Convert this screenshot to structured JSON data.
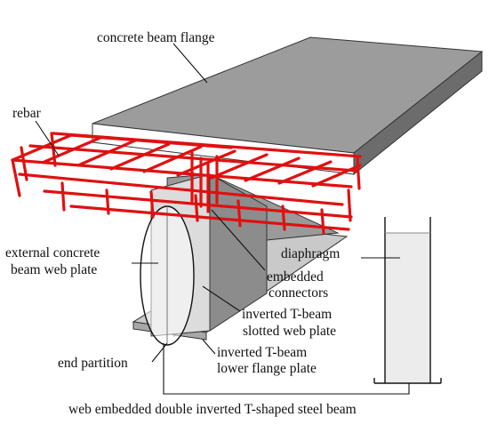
{
  "labels": {
    "concrete_beam_flange": "concrete beam flange",
    "rebar": "rebar",
    "external_web_line1": "external concrete",
    "external_web_line2": "beam web plate",
    "diaphragm": "diaphragm",
    "embedded_line1": "embedded",
    "embedded_line2": "connectors",
    "slotted_line1": "inverted T-beam",
    "slotted_line2": "slotted web plate",
    "end_partition": "end partition",
    "lower_flange_line1": "inverted T-beam",
    "lower_flange_line2": "lower flange plate",
    "caption": "web embedded double inverted T-shaped steel beam"
  },
  "colors": {
    "rebar": "#e01010",
    "concrete_top": "#9a9a9a",
    "concrete_side": "#6a6a6a",
    "concrete_end": "#ffffff",
    "steel_light": "#d6d6d6",
    "steel_dark": "#8e8e8e",
    "diaphragm_fill": "#ececec",
    "leader": "#111111"
  }
}
